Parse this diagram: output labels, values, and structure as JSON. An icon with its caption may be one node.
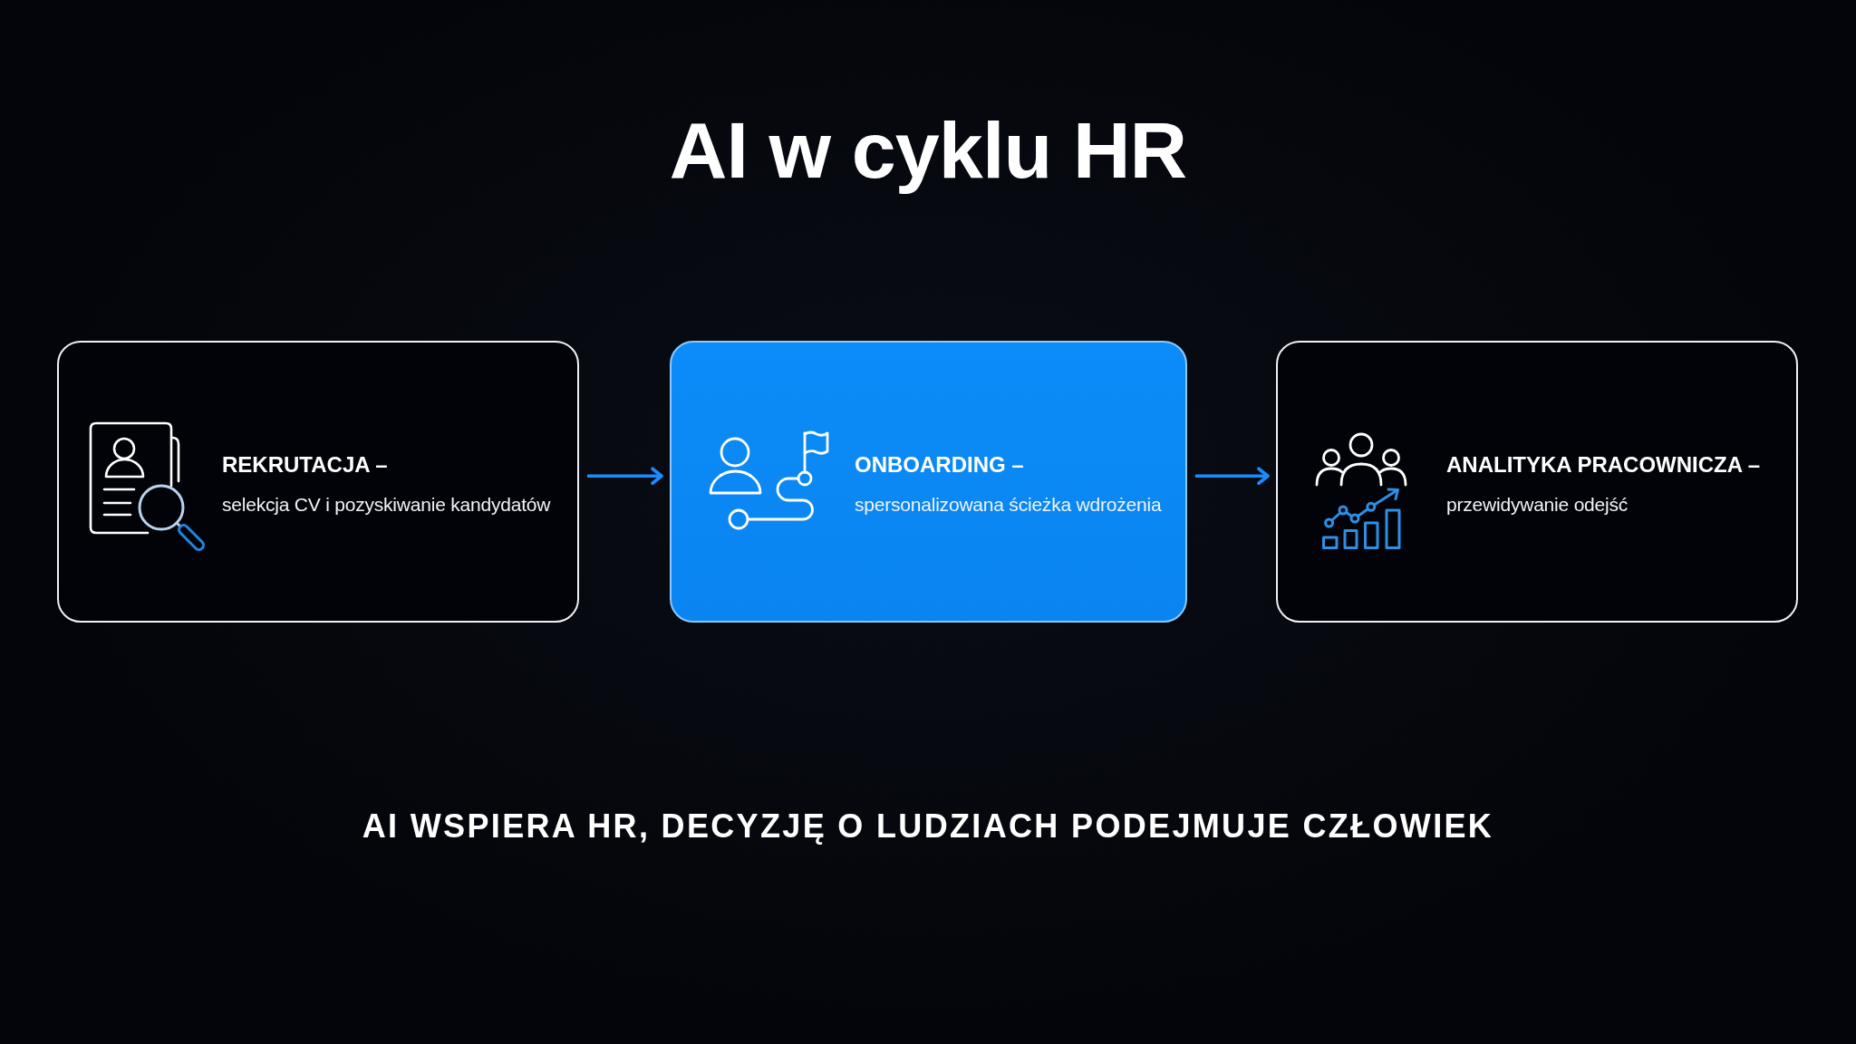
{
  "diagram": {
    "title": "AI w cyklu HR",
    "nodes": [
      {
        "text": [
          "REKRUTACJA –",
          "selekcja CV i pozyskiwanie kandydatów"
        ]
      },
      {
        "text": [
          "ONBOARDING –",
          "spersonalizowana ścieżka wdrożenia"
        ]
      },
      {
        "text": [
          "ANALITYKA PRACOWNICZA –",
          "przewidywanie odejść"
        ]
      }
    ],
    "edges": [
      {
        "from": 0,
        "to": 1,
        "arrow": "to"
      },
      {
        "from": 1,
        "to": 2,
        "arrow": "to"
      }
    ],
    "labels": [
      "AI WSPIERA HR, DECYZJĘ O LUDZIACH PODEJMUJE CZŁOWIEK"
    ]
  }
}
